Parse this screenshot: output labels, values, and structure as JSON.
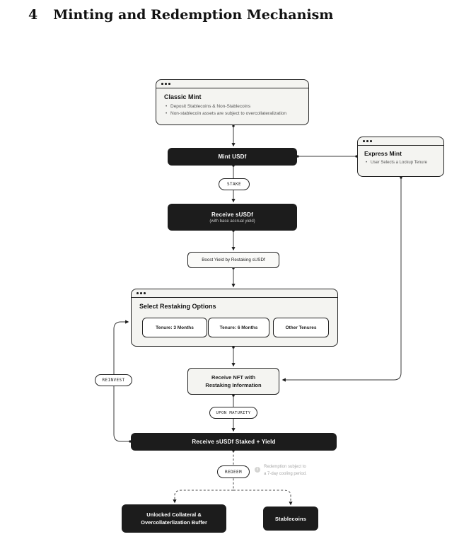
{
  "page": {
    "heading_number": "4",
    "heading_title": "Minting and Redemption Mechanism"
  },
  "diagram": {
    "classic_mint": {
      "title": "Classic Mint",
      "bullets": [
        "Deposit Stablecoins & Non-Stablecoins",
        "Non-stablecoin assets are subject to overcollateralization"
      ]
    },
    "mint_usdf": {
      "label": "Mint USDf"
    },
    "express_mint": {
      "title": "Express Mint",
      "bullets": [
        "User Selects a Lockup Tenure"
      ]
    },
    "stake_pill": "STAKE",
    "receive_susdf": {
      "label": "Receive sUSDf",
      "sub": "(with base accrual yield)"
    },
    "boost_label": "Boost Yield by Restaking sUSDf",
    "select_restaking": {
      "title": "Select Restaking Options",
      "options": [
        "Tenure: 3 Months",
        "Tenure: 6 Months",
        "Other Tenures"
      ]
    },
    "receive_nft": {
      "line1": "Receive NFT with",
      "line2": "Restaking Information"
    },
    "upon_maturity_pill": "UPON MATURITY",
    "receive_staked_label": "Receive sUSDf Staked + Yield",
    "reinvest_pill": "REINVEST",
    "redeem_pill": "REDEEM",
    "redeem_note": {
      "line1": "Redemption subject to",
      "line2": "a 7-day cooling period.",
      "icon_glyph": "i"
    },
    "unlocked_collateral": {
      "line1": "Unlocked Collateral &",
      "line2": "Overcollaterlization Buffer"
    },
    "stablecoins_label": "Stablecoins"
  },
  "colors": {
    "node_black": "#1c1c1c",
    "panel_bg": "#f4f4f1",
    "border": "#222222",
    "line": "#3a3a3a",
    "muted_text": "#555555",
    "note_text": "#a9a9a9"
  }
}
